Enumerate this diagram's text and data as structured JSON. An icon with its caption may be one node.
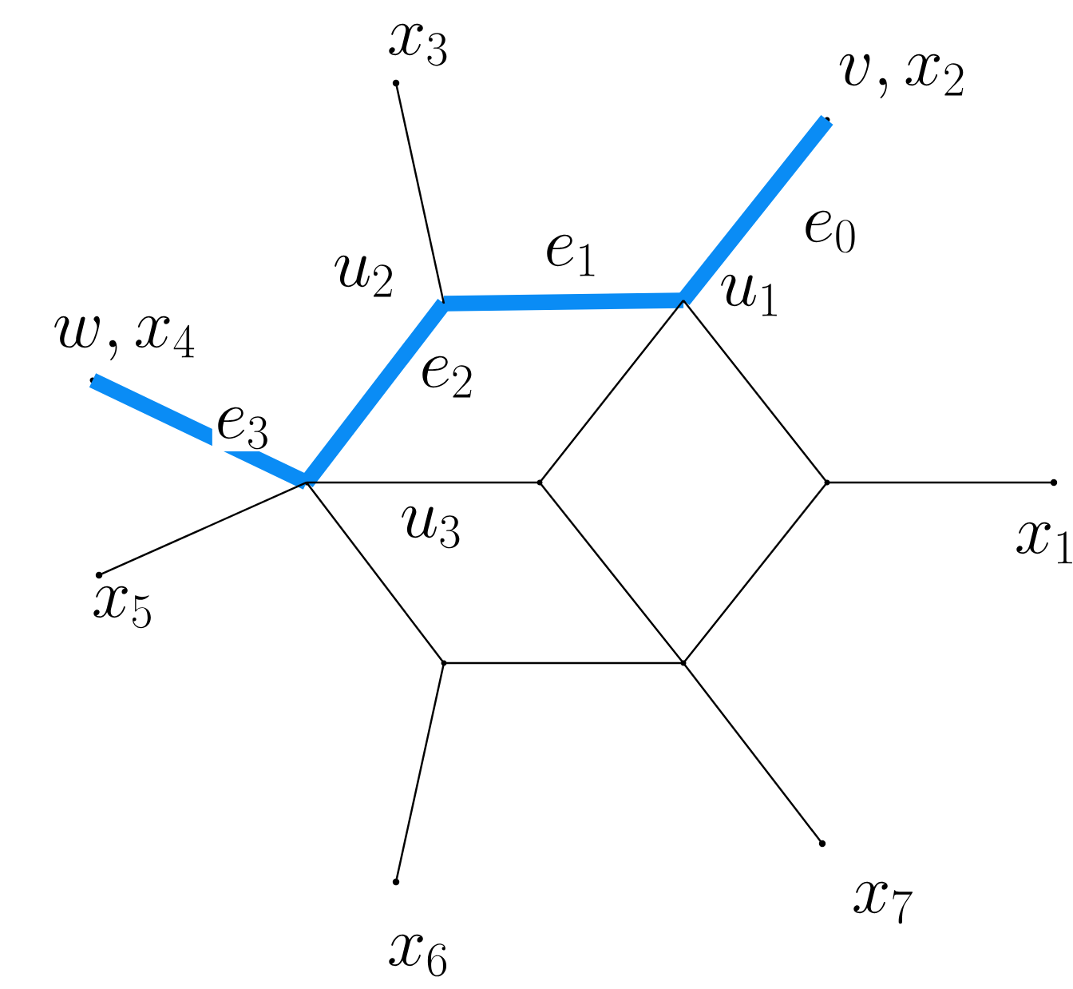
{
  "diagram": {
    "nodes": [
      {
        "text": [],
        "shape": "dot",
        "beside": [
          "x_3"
        ]
      },
      {
        "text": [],
        "shape": "junction",
        "beside": [
          "v, x_2"
        ]
      },
      {
        "text": [],
        "shape": "junction",
        "beside": [
          "u_2"
        ]
      },
      {
        "text": [],
        "shape": "junction",
        "beside": [
          "u_1"
        ]
      },
      {
        "text": [],
        "shape": "junction",
        "beside": [
          "w, x_4"
        ]
      },
      {
        "text": [],
        "shape": "junction",
        "beside": [
          "u_3"
        ]
      },
      {
        "text": [],
        "shape": "junction"
      },
      {
        "text": [],
        "shape": "junction"
      },
      {
        "text": [],
        "shape": "dot",
        "beside": [
          "x_1"
        ]
      },
      {
        "text": [],
        "shape": "dot",
        "beside": [
          "x_5"
        ]
      },
      {
        "text": [],
        "shape": "junction"
      },
      {
        "text": [],
        "shape": "junction"
      },
      {
        "text": [],
        "shape": "dot",
        "beside": [
          "x_7"
        ]
      },
      {
        "text": [],
        "shape": "dot",
        "beside": [
          "x_6"
        ]
      }
    ],
    "edges": [
      {
        "from": 1,
        "to": 3,
        "arrow": "none",
        "label": "e_0",
        "style": "thick",
        "color": "#0a8cf5"
      },
      {
        "from": 3,
        "to": 2,
        "arrow": "none",
        "label": "e_1",
        "style": "thick",
        "color": "#0a8cf5"
      },
      {
        "from": 2,
        "to": 5,
        "arrow": "none",
        "label": "e_2",
        "style": "thick",
        "color": "#0a8cf5"
      },
      {
        "from": 5,
        "to": 4,
        "arrow": "none",
        "label": "e_3",
        "style": "thick",
        "color": "#0a8cf5"
      },
      {
        "from": 2,
        "to": 0,
        "arrow": "none"
      },
      {
        "from": 3,
        "to": 6,
        "arrow": "none"
      },
      {
        "from": 3,
        "to": 7,
        "arrow": "none"
      },
      {
        "from": 5,
        "to": 6,
        "arrow": "none"
      },
      {
        "from": 7,
        "to": 8,
        "arrow": "none"
      },
      {
        "from": 5,
        "to": 9,
        "arrow": "none"
      },
      {
        "from": 5,
        "to": 10,
        "arrow": "none"
      },
      {
        "from": 6,
        "to": 11,
        "arrow": "none"
      },
      {
        "from": 7,
        "to": 11,
        "arrow": "none"
      },
      {
        "from": 10,
        "to": 11,
        "arrow": "none"
      },
      {
        "from": 11,
        "to": 12,
        "arrow": "none"
      },
      {
        "from": 10,
        "to": 13,
        "arrow": "none"
      }
    ]
  }
}
